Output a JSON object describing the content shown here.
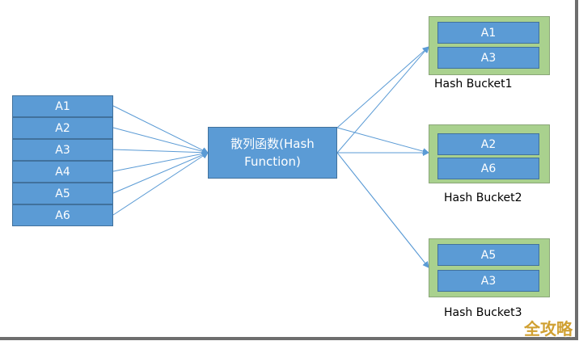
{
  "colors": {
    "cell_fill": "#5b9bd5",
    "cell_border": "#41719c",
    "bucket_fill": "#a9d18e",
    "arrow": "#5b9bd5"
  },
  "input_keys": [
    "A1",
    "A2",
    "A3",
    "A4",
    "A5",
    "A6"
  ],
  "hash_function": {
    "line1": "散列函数(Hash",
    "line2": "Function)"
  },
  "buckets": [
    {
      "label": "Hash Bucket1",
      "items": [
        "A1",
        "A3"
      ]
    },
    {
      "label": "Hash Bucket2",
      "items": [
        "A2",
        "A6"
      ]
    },
    {
      "label": "Hash Bucket3",
      "items": [
        "A5",
        "A3"
      ]
    }
  ],
  "watermark": "全攻略"
}
